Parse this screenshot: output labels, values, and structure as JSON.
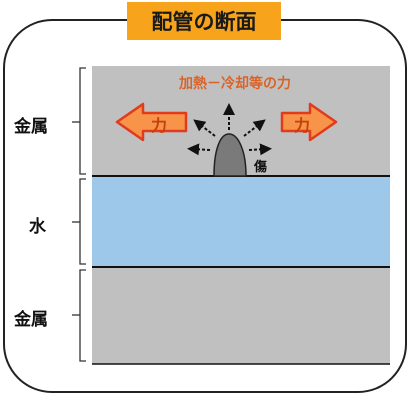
{
  "title": "配管の断面",
  "layers": [
    {
      "label": "金属",
      "color": "#c0c0c0"
    },
    {
      "label": "水",
      "color": "#9dc8ea"
    },
    {
      "label": "金属",
      "color": "#c0c0c0"
    }
  ],
  "heat_label": "加熱－冷却等の力",
  "force_left": "力",
  "force_right": "力",
  "damage_label": "傷",
  "colors": {
    "title_bg": "#f7a41c",
    "arrow_fill": "#f7944a",
    "arrow_stroke": "#e23b1c",
    "text_accent": "#d8642a"
  }
}
